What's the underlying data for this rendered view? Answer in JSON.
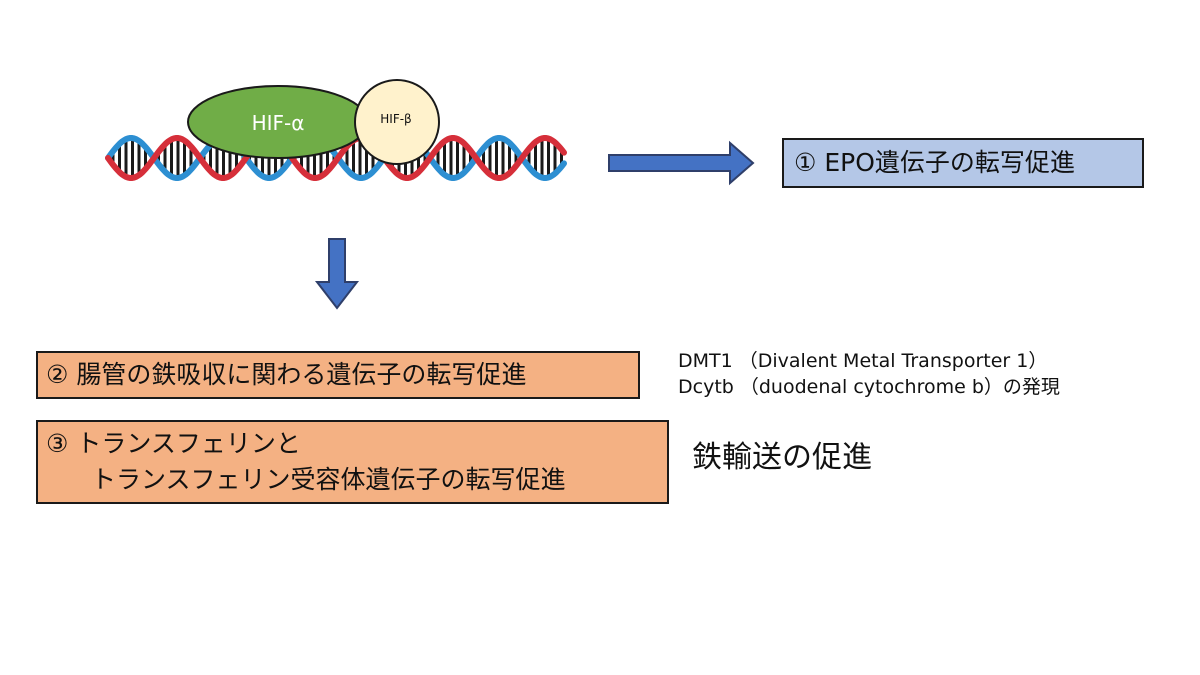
{
  "complex": {
    "hif_alpha_label": "HIF-α",
    "hif_beta_label": "HIF-β"
  },
  "boxes": {
    "epo": "① EPO遺伝子の転写促進",
    "iron_absorption": "② 腸管の鉄吸収に関わる遺伝子の転写促進",
    "transferrin_line1": "③ トランスフェリンと",
    "transferrin_line2": "トランスフェリン受容体遺伝子の転写促進"
  },
  "notes": {
    "dmt1": "DMT1 （Divalent Metal Transporter 1）",
    "dcytb": "Dcytb （duodenal cytochrome b）の発現",
    "iron_transport": "鉄輸送の促進"
  },
  "colors": {
    "strand_red": "#d62f3a",
    "strand_blue": "#2d8fd2",
    "rungs": "#1a1a1a",
    "hif_alpha_fill": "#70ad47",
    "hif_beta_fill": "#fff2cc",
    "arrow_fill": "#4472c4",
    "arrow_stroke": "#2f3f6a",
    "box_blue": "#b4c7e7",
    "box_orange": "#f4b183"
  },
  "icons": [
    "dna-helix",
    "right-arrow",
    "down-arrow"
  ]
}
